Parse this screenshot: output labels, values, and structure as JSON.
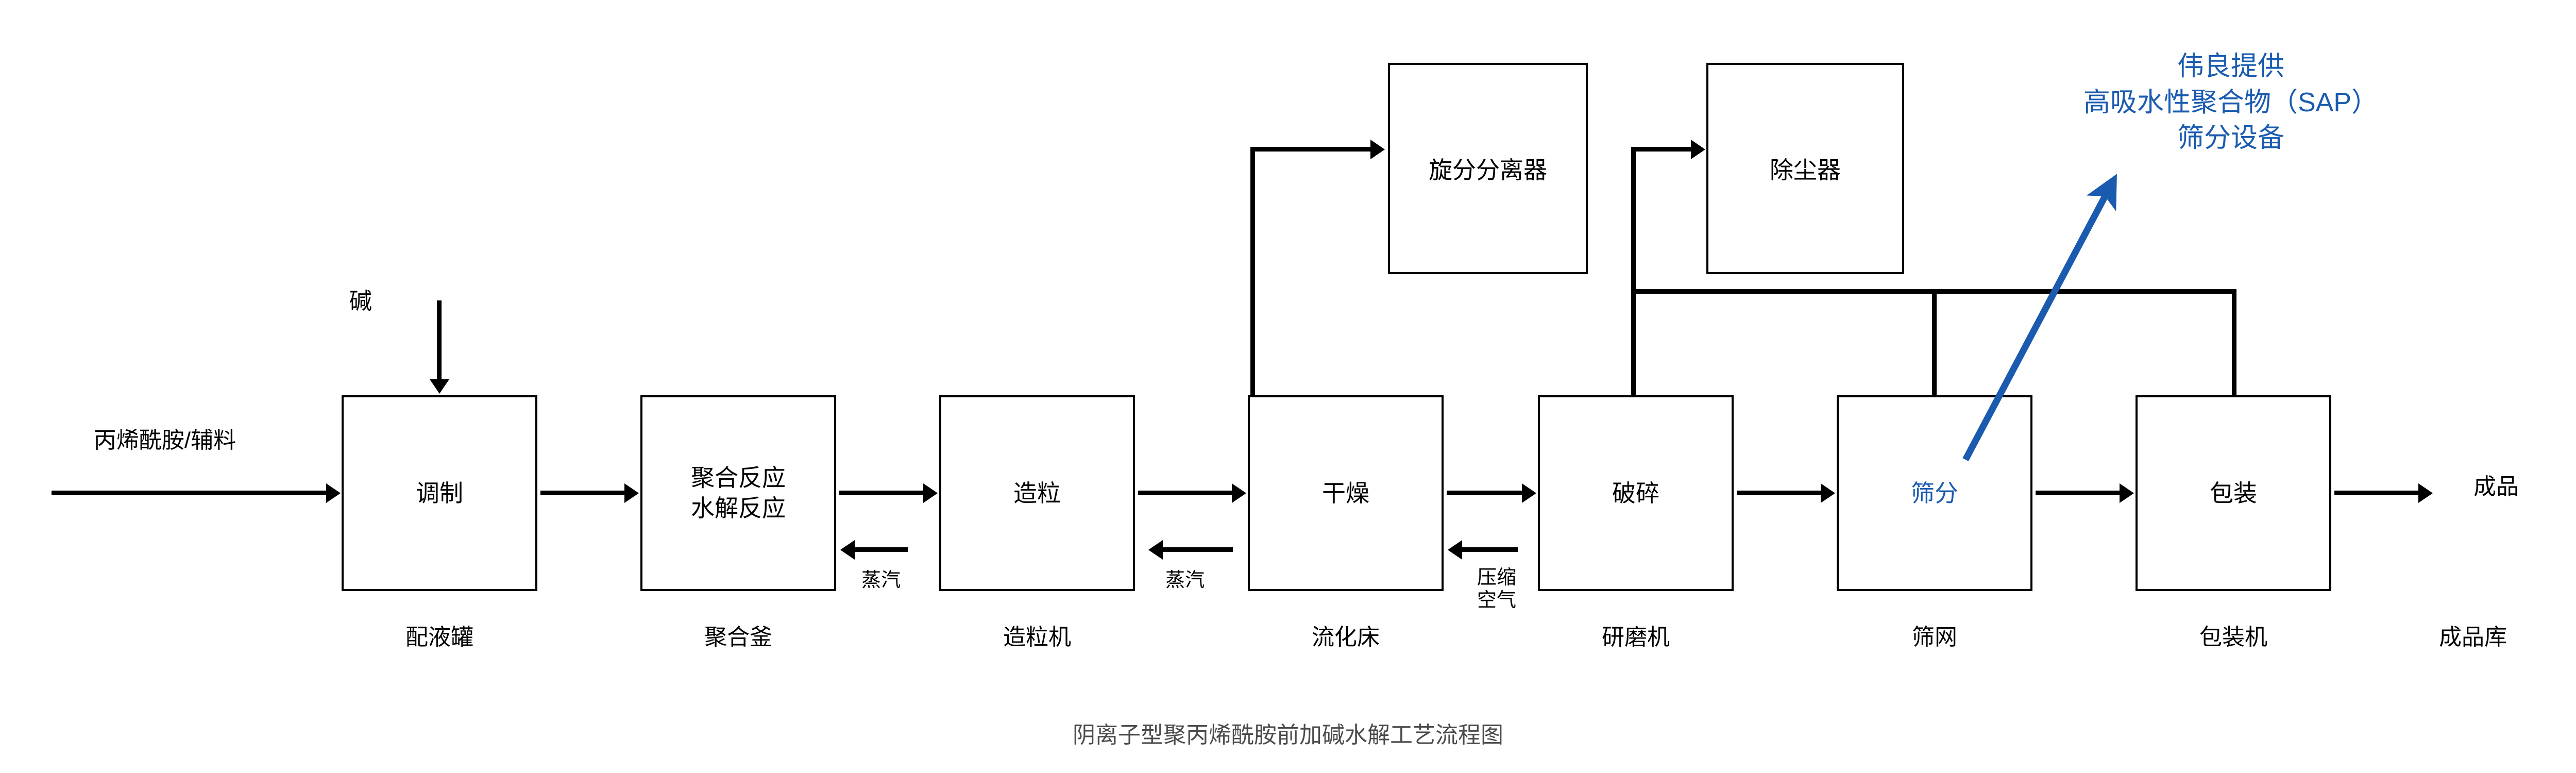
{
  "figure": {
    "title": "阴离子型聚丙烯酰胺前加碱水解工艺流程图",
    "accent_color": "#1a5bb0",
    "line_color": "#000000",
    "title_color": "#4b4b4b",
    "background": "#ffffff"
  },
  "callout": {
    "text": "伟良提供\n高吸水性聚合物（SAP）\n筛分设备",
    "color": "#1a5bb0"
  },
  "inlet": {
    "feed_label": "丙烯酰胺/辅料",
    "alkali_label": "碱"
  },
  "outlet": {
    "product_label": "成品",
    "product_store_label": "成品库"
  },
  "utilities": [
    {
      "name": "steam-to-reactor",
      "label": "蒸汽"
    },
    {
      "name": "steam-to-dryer",
      "label": "蒸汽"
    },
    {
      "name": "compressed-air-to-dryer",
      "label": "压缩\n空气"
    }
  ],
  "process_steps": [
    {
      "id": "blending",
      "text": "调制",
      "equipment": "配液罐",
      "accent": false
    },
    {
      "id": "polymerization",
      "text": "聚合反应\n水解反应",
      "equipment": "聚合釜",
      "accent": false
    },
    {
      "id": "granulation",
      "text": "造粒",
      "equipment": "造粒机",
      "accent": false
    },
    {
      "id": "drying",
      "text": "干燥",
      "equipment": "流化床",
      "accent": false
    },
    {
      "id": "crushing",
      "text": "破碎",
      "equipment": "研磨机",
      "accent": false
    },
    {
      "id": "screening",
      "text": "筛分",
      "equipment": "筛网",
      "accent": true
    },
    {
      "id": "packaging",
      "text": "包装",
      "equipment": "包装机",
      "accent": false
    }
  ],
  "auxiliary_equipment": [
    {
      "id": "cyclone",
      "text": "旋分分离器"
    },
    {
      "id": "dust-collector",
      "text": "除尘器"
    }
  ]
}
